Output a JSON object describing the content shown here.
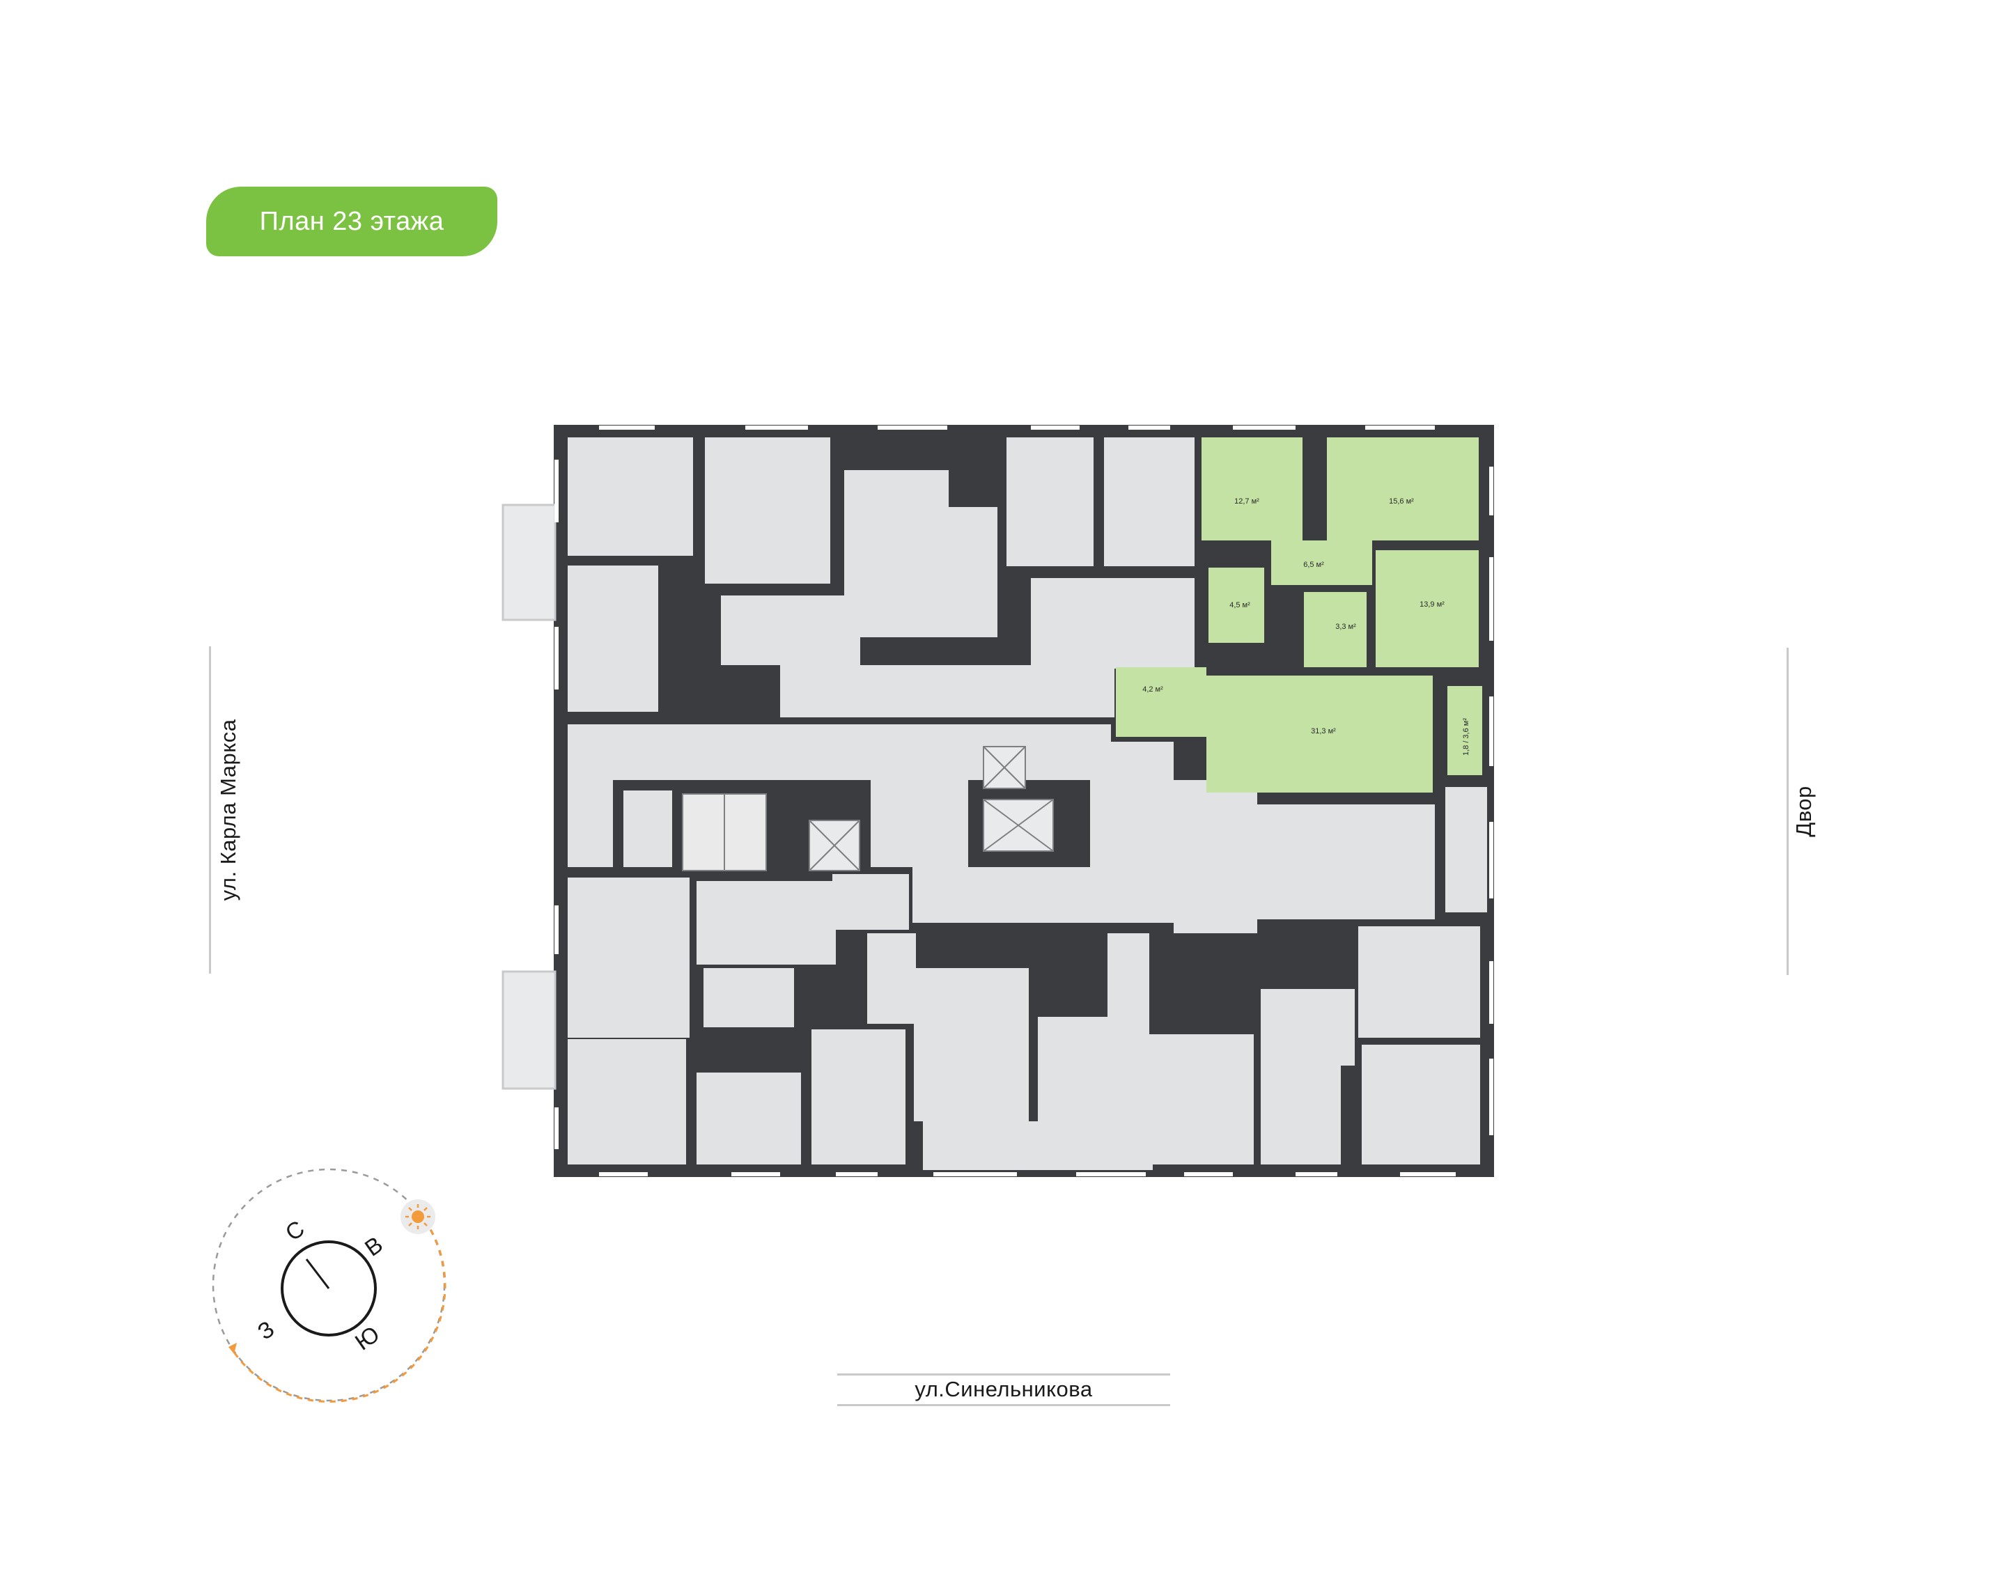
{
  "badge": {
    "label": "План 23 этажа",
    "color": "#7cc242"
  },
  "streets": {
    "west": "ул. Карла Маркса",
    "east": "Двор",
    "south": "ул.Синельникова"
  },
  "compass": {
    "north": "С",
    "east": "В",
    "south": "Ю",
    "west": "З",
    "sun_icon": "sun-icon",
    "path_color": "#f39a3b"
  },
  "colors": {
    "wall": "#3a3c3f",
    "room": "#e1e2e4",
    "highlight": "#c3e2a3"
  },
  "apartment": {
    "rooms": [
      {
        "label": "12,7 м²"
      },
      {
        "label": "15,6 м²"
      },
      {
        "label": "6,5 м²"
      },
      {
        "label": "4,5 м²"
      },
      {
        "label": "3,3 м²"
      },
      {
        "label": "13,9 м²"
      },
      {
        "label": "4,2 м²"
      },
      {
        "label": "31,3 м²"
      },
      {
        "label": "1,8 / 3,6 м²"
      }
    ]
  }
}
